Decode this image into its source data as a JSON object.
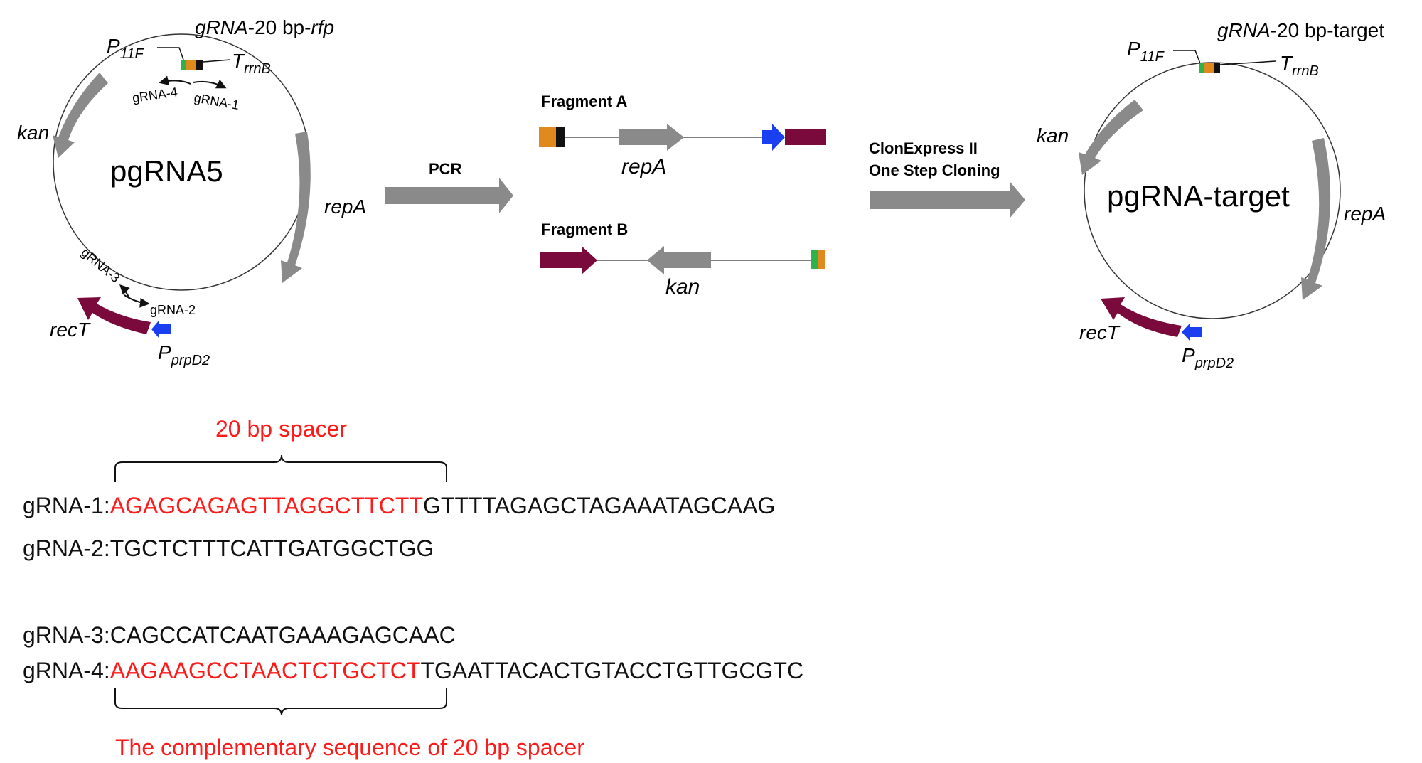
{
  "colors": {
    "orange": "#e08a1e",
    "black": "#111111",
    "green": "#2db34a",
    "blue": "#1a3ff0",
    "maroon": "#7a0a3c",
    "gray": "#8a8a8a",
    "red": "#ff1a1a",
    "text": "#111111"
  },
  "left_plasmid": {
    "name": "pgRNA5",
    "p11f": "P",
    "p11f_sub": "11F",
    "grna_cassette_a": "gRNA",
    "grna_cassette_b": "-20 bp-",
    "grna_cassette_c": "rfp",
    "trrnb": "T",
    "trrnb_sub": "rrnB",
    "kan": "kan",
    "repa": "repA",
    "rect": "recT",
    "pprpd2": "P",
    "pprpd2_sub": "prpD2",
    "grna1": "gRNA-1",
    "grna2": "gRNA-2",
    "grna3": "gRNA-3",
    "grna4": "gRNA-4"
  },
  "step1": {
    "label": "PCR"
  },
  "fragments": {
    "a_title": "Fragment A",
    "a_gene": "repA",
    "b_title": "Fragment B",
    "b_gene": "kan"
  },
  "step2": {
    "line1": "ClonExpress II",
    "line2": "One Step Cloning"
  },
  "right_plasmid": {
    "name": "pgRNA-target",
    "p11f": "P",
    "p11f_sub": "11F",
    "grna_cassette_a": "gRNA",
    "grna_cassette_b": "-20 bp-target",
    "trrnb": "T",
    "trrnb_sub": "rrnB",
    "kan": "kan",
    "repa": "repA",
    "rect": "recT",
    "pprpd2": "P",
    "pprpd2_sub": "prpD2"
  },
  "sequences": {
    "spacer_label": "20 bp spacer",
    "complement_label": "The complementary sequence of 20 bp spacer",
    "rows": [
      {
        "label": "gRNA-1:",
        "spacer": "AGAGCAGAGTTAGGCTTCTT",
        "rest": "GTTTTAGAGCTAGAAATAGCAAG"
      },
      {
        "label": "gRNA-2:",
        "spacer": "",
        "rest": "TGCTCTTTCATTGATGGCTGG"
      },
      {
        "label": "gRNA-3:",
        "spacer": "",
        "rest": "CAGCCATCAATGAAAGAGCAAC"
      },
      {
        "label": "gRNA-4:",
        "spacer": "AAGAAGCCTAACTCTGCTCT",
        "rest": "TGAATTACACTGTACCTGTTGCGTC"
      }
    ]
  }
}
